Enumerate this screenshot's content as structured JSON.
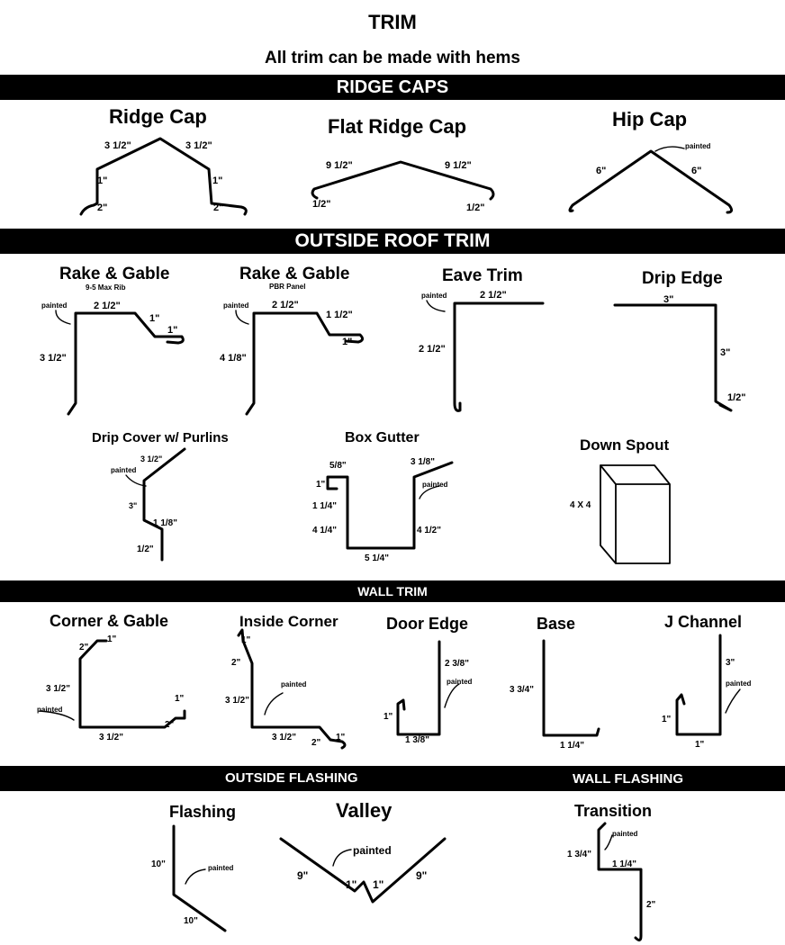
{
  "page": {
    "title": "TRIM",
    "subtitle": "All trim can be made with hems"
  },
  "sections": {
    "ridge_caps": "RIDGE CAPS",
    "outside_roof_trim": "OUTSIDE ROOF TRIM",
    "wall_trim": "WALL TRIM",
    "outside_flashing": "OUTSIDE FLASHING",
    "wall_flashing": "WALL FLASHING"
  },
  "ridge_cap": {
    "name": "Ridge Cap",
    "d1": "3 1/2\"",
    "d2": "3 1/2\"",
    "d3": "1\"",
    "d4": "1\"",
    "d5": "2\"",
    "d6": "2\""
  },
  "flat_ridge_cap": {
    "name": "Flat Ridge Cap",
    "d1": "9 1/2\"",
    "d2": "9 1/2\"",
    "d3": "1/2\"",
    "d4": "1/2\""
  },
  "hip_cap": {
    "name": "Hip Cap",
    "painted": "painted",
    "d1": "6\"",
    "d2": "6\""
  },
  "rake_gable_1": {
    "name": "Rake & Gable",
    "sub": "9-5 Max Rib",
    "painted": "painted",
    "d1": "2 1/2\"",
    "d2": "1\"",
    "d3": "1\"",
    "d4": "3 1/2\""
  },
  "rake_gable_2": {
    "name": "Rake & Gable",
    "sub": "PBR Panel",
    "painted": "painted",
    "d1": "2 1/2\"",
    "d2": "1 1/2\"",
    "d3": "1\"",
    "d4": "4 1/8\""
  },
  "eave_trim": {
    "name": "Eave Trim",
    "painted": "painted",
    "d1": "2 1/2\"",
    "d2": "2 1/2\""
  },
  "drip_edge": {
    "name": "Drip Edge",
    "d1": "3\"",
    "d2": "3\"",
    "d3": "1/2\""
  },
  "drip_cover": {
    "name": "Drip Cover w/ Purlins",
    "painted": "painted",
    "d1": "3 1/2\"",
    "d2": "3\"",
    "d3": "1 1/8\"",
    "d4": "1/2\""
  },
  "box_gutter": {
    "name": "Box Gutter",
    "painted": "painted",
    "d1": "5/8\"",
    "d2": "1\"",
    "d3": "1 1/4\"",
    "d4": "4 1/4\"",
    "d5": "5 1/4\"",
    "d6": "4 1/2\"",
    "d7": "3 1/8\""
  },
  "down_spout": {
    "name": "Down Spout",
    "d1": "4 X 4"
  },
  "corner_gable": {
    "name": "Corner & Gable",
    "painted": "painted",
    "d1": "1\"",
    "d2": "2\"",
    "d3": "3 1/2\"",
    "d4": "3 1/2\"",
    "d5": "2\"",
    "d6": "1\""
  },
  "inside_corner": {
    "name": "Inside Corner",
    "painted": "painted",
    "d1": "1\"",
    "d2": "2\"",
    "d3": "3 1/2\"",
    "d4": "3 1/2\"",
    "d5": "2\"",
    "d6": "1\""
  },
  "door_edge": {
    "name": "Door Edge",
    "painted": "painted",
    "d1": "2 3/8\"",
    "d2": "1\"",
    "d3": "1 3/8\""
  },
  "base": {
    "name": "Base",
    "d1": "3 3/4\"",
    "d2": "1 1/4\""
  },
  "j_channel": {
    "name": "J Channel",
    "painted": "painted",
    "d1": "3\"",
    "d2": "1\"",
    "d3": "1\""
  },
  "flashing": {
    "name": "Flashing",
    "painted": "painted",
    "d1": "10\"",
    "d2": "10\""
  },
  "valley": {
    "name": "Valley",
    "painted": "painted",
    "d1": "9\"",
    "d2": "1\"",
    "d3": "1\"",
    "d4": "9\""
  },
  "transition": {
    "name": "Transition",
    "painted": "painted",
    "d1": "1 3/4\"",
    "d2": "1 1/4\"",
    "d3": "2\""
  }
}
